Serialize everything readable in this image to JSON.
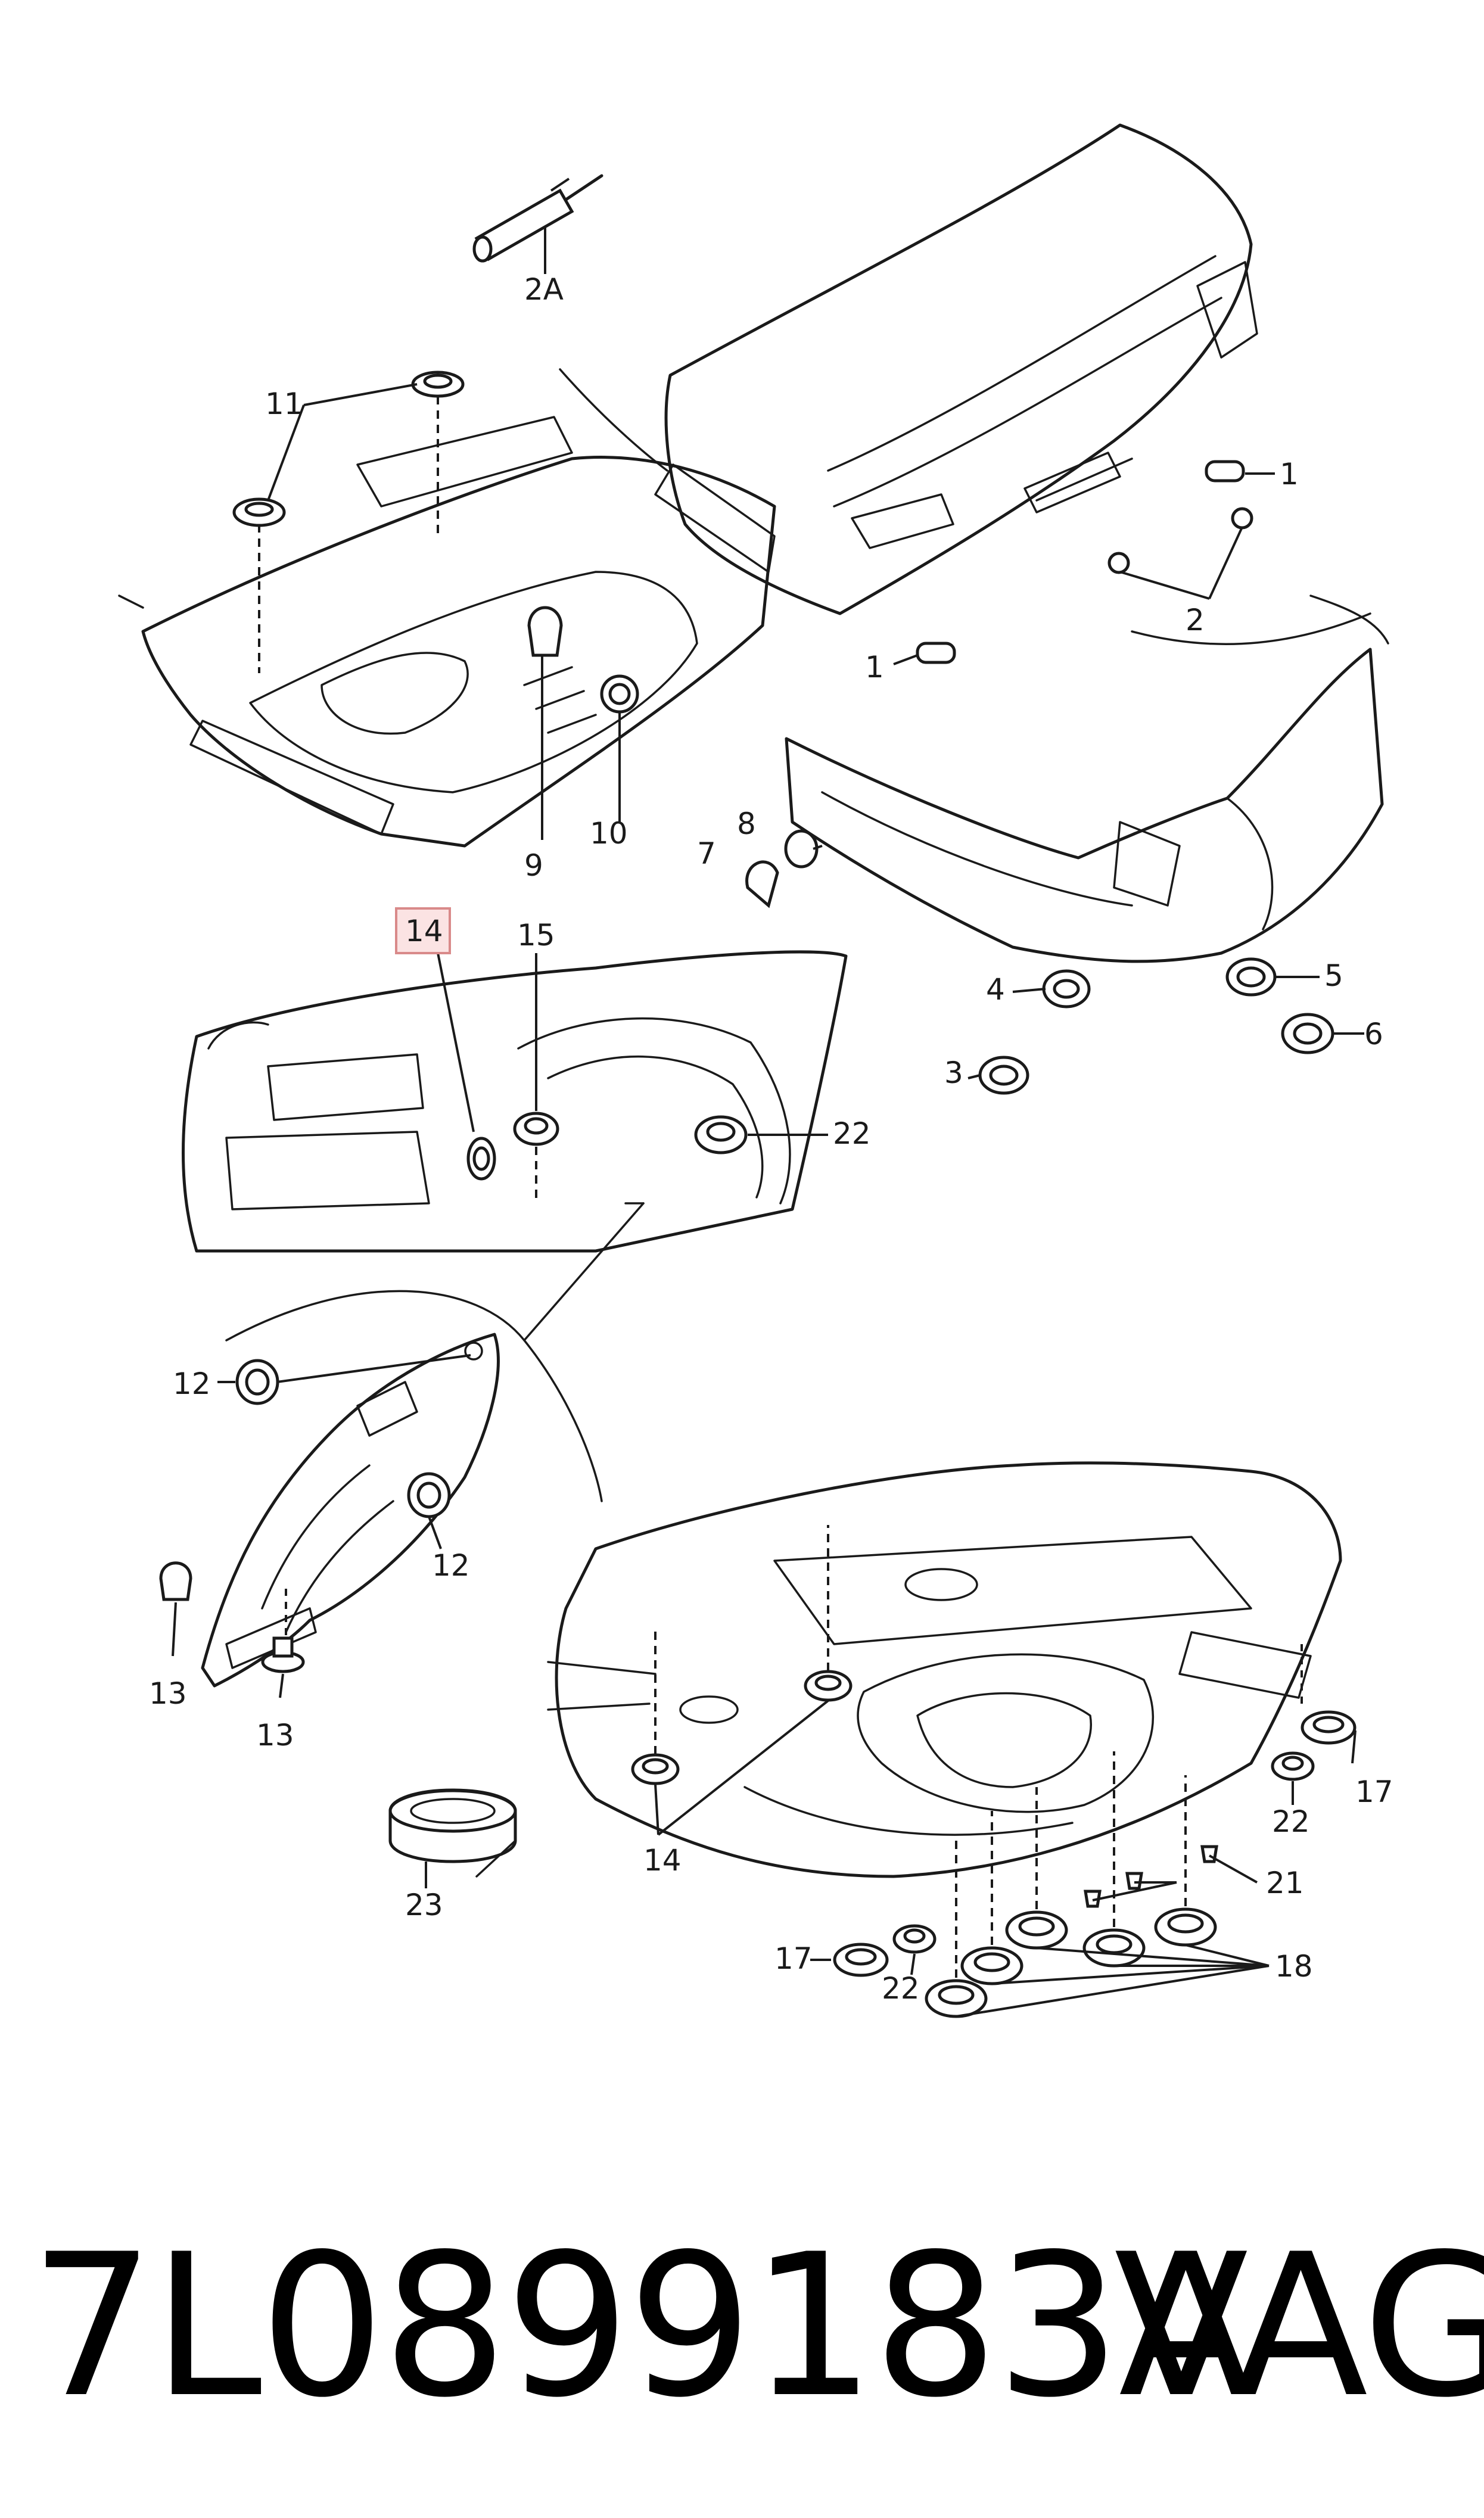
{
  "part_labels": {
    "l1a": "1",
    "l1b": "1",
    "l2": "2",
    "l2a": "2A",
    "l3": "3",
    "l4": "4",
    "l5": "5",
    "l6": "6",
    "l7": "7",
    "l8": "8",
    "l9": "9",
    "l10": "10",
    "l11": "11",
    "l12a": "12",
    "l12b": "12",
    "l13a": "13",
    "l13b": "13",
    "l14a": "14",
    "l14b": "14",
    "l15": "15",
    "l17a": "17",
    "l17b": "17",
    "l18": "18",
    "l21": "21",
    "l22a": "22",
    "l22b": "22",
    "l22c": "22",
    "l23": "23"
  },
  "highlighted_part": "14",
  "highlight_color": "#fbe3e3",
  "footer": {
    "part_number": "7L0899183A",
    "brand": "VAG"
  }
}
